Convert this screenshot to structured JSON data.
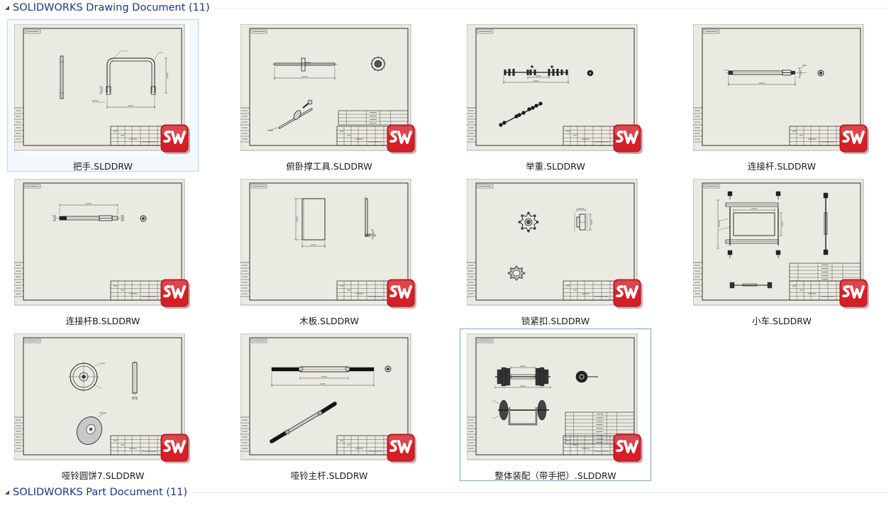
{
  "groups": [
    {
      "title": "SOLIDWORKS Drawing Document (11)",
      "expanded": true
    },
    {
      "title": "SOLIDWORKS Part Document (11)",
      "expanded": true
    }
  ],
  "files": [
    {
      "name": "把手.SLDDRW",
      "drawing": "handle",
      "selection": "light"
    },
    {
      "name": "俯卧撑工具.SLDDRW",
      "drawing": "pushup",
      "selection": "none"
    },
    {
      "name": "举重.SLDDRW",
      "drawing": "weightlift",
      "selection": "none"
    },
    {
      "name": "连接杆.SLDDRW",
      "drawing": "rod",
      "selection": "none"
    },
    {
      "name": "连接杆B.SLDDRW",
      "drawing": "rodb",
      "selection": "none"
    },
    {
      "name": "木板.SLDDRW",
      "drawing": "board",
      "selection": "none"
    },
    {
      "name": "锁紧扣.SLDDRW",
      "drawing": "lock",
      "selection": "none"
    },
    {
      "name": "小车.SLDDRW",
      "drawing": "cart",
      "selection": "none"
    },
    {
      "name": "哑铃圆饼7.SLDDRW",
      "drawing": "plate",
      "selection": "none"
    },
    {
      "name": "哑铃主杆.SLDDRW",
      "drawing": "bar",
      "selection": "none"
    },
    {
      "name": "整体装配（带手把）.SLDDRW",
      "drawing": "assembly",
      "selection": "dark"
    }
  ],
  "badge": {
    "text": "SW",
    "color": "#d41f26"
  },
  "colors": {
    "header_text": "#1e3287",
    "sheet_bg": "#ebeae2",
    "line": "#1a1a1a"
  }
}
